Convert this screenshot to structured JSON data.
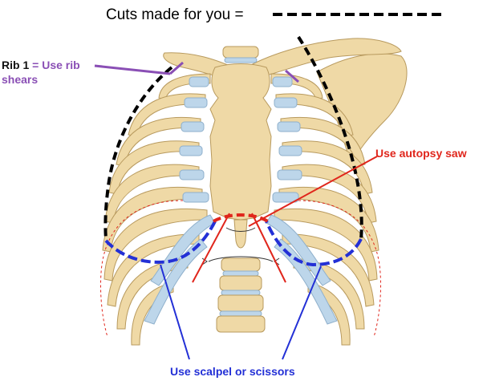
{
  "title": "Cuts made for you =",
  "labels": {
    "rib1_key": "Rib 1",
    "rib1_eq": " = ",
    "rib1_action_line1": "Use rib",
    "rib1_action_line2": "shears",
    "autopsy_saw": "Use autopsy saw",
    "scalpel": "Use scalpel or scissors"
  },
  "colors": {
    "bone": "#efd9a6",
    "bone_outline": "#b89a5e",
    "cartilage": "#bdd6ea",
    "cartilage_outline": "#8fb0cc",
    "existing_cut": "#000000",
    "rib_shears": "#8a4fb5",
    "autopsy_saw": "#e0261c",
    "scalpel": "#2330d6"
  }
}
